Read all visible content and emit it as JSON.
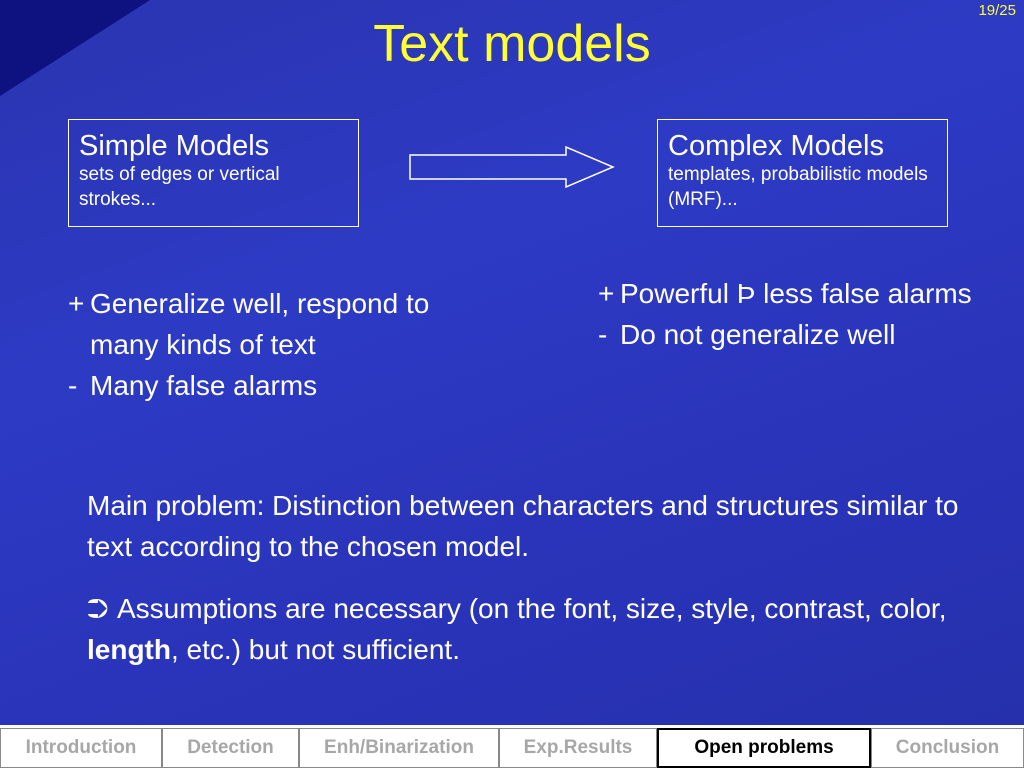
{
  "slide": {
    "page_number": "19/25",
    "title": "Text models"
  },
  "simple_box": {
    "title": "Simple Models",
    "subtitle": "sets of edges or vertical strokes..."
  },
  "complex_box": {
    "title": "Complex Models",
    "subtitle": "templates, probabilistic models (MRF)..."
  },
  "simple_list": [
    {
      "marker": "+",
      "text": "Generalize well, respond to many kinds of text"
    },
    {
      "marker": "-",
      "text": "Many false alarms"
    }
  ],
  "complex_list": [
    {
      "marker": "+",
      "text": "Powerful Þ less false alarms"
    },
    {
      "marker": "-",
      "text": "Do not generalize well"
    }
  ],
  "main_problem": "Main problem: Distinction between characters and structures similar to text according to the chosen model.",
  "assumptions": {
    "symbol": "⮊",
    "before": "Assumptions are necessary (on the font, size, style, contrast, color, ",
    "bold": "length",
    "after": ", etc.) but not sufficient."
  },
  "nav": {
    "tabs": [
      "Introduction",
      "Detection",
      "Enh/Binarization",
      "Exp.Results",
      "Open problems",
      "Conclusion"
    ],
    "active": "Open problems"
  },
  "colors": {
    "background": "#2a35b0",
    "title": "#ffff33",
    "text": "#ffffff",
    "nav_inactive": "#a7a7a7"
  }
}
